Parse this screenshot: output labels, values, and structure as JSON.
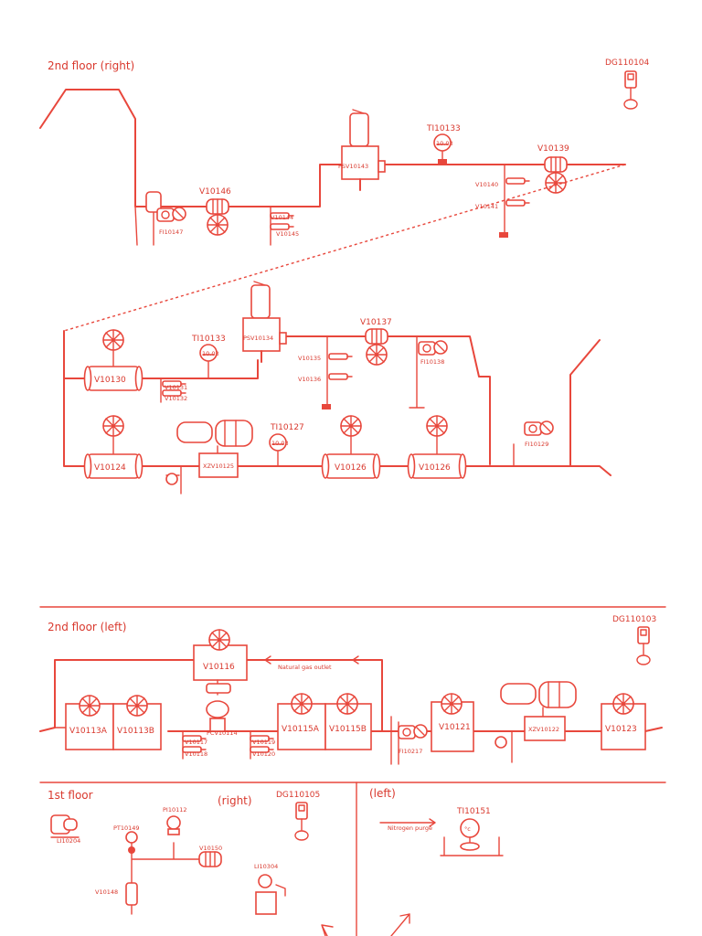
{
  "colors": {
    "line": "#e8473c",
    "text": "#d9392e",
    "background": "#ffffff"
  },
  "sections": {
    "floor2_right": "2nd floor (right)",
    "floor2_left": "2nd floor (left)",
    "floor1": "1st floor",
    "floor1_right": "(right)",
    "floor1_left": "(left)"
  },
  "detectors": {
    "dg_right": "DG110104",
    "dg_left": "DG110103",
    "dg_floor1": "DG110105"
  },
  "top": {
    "psv_upper": "PSV10143",
    "psv_lower": "PSV10134",
    "ti_upper": "TI10133",
    "ti_mid": "TI10133",
    "ti_xzv": "TI10127",
    "gauge_small_upper": "10.03",
    "gauge_small_mid": "10.03",
    "gauge_small_xzv": "10.03",
    "v10139": "V10139",
    "v10140": "V10140",
    "v10141": "V10141",
    "v10146": "V10146",
    "v10144": "V10144",
    "v10145": "V10145",
    "fi10147": "FI10147",
    "v10137": "V10137",
    "v10135": "V10135",
    "v10136": "V10136",
    "fi10138": "FI10138",
    "v10130": "V10130",
    "v10131": "V10131",
    "v10132": "V10132",
    "v10124": "V10124",
    "xzv10125": "XZV10125",
    "v10126a": "V10126",
    "v10126b": "V10126",
    "fi10129": "FI10129"
  },
  "left": {
    "v10116": "V10116",
    "gas_outlet": "Natural gas outlet",
    "v10113a": "V10113A",
    "v10113b": "V10113B",
    "pcv10114": "PCV10114",
    "v10117": "V10117",
    "v10118": "V10118",
    "v10115a": "V10115A",
    "v10115b": "V10115B",
    "v10119": "V10119",
    "v10120": "V10120",
    "fi10217": "FI10217",
    "v10121": "V10121",
    "xzv10122": "XZV10122",
    "v10123": "V10123"
  },
  "bottom": {
    "li10204": "LI10204",
    "pt10149": "PT10149",
    "pi10112": "PI10112",
    "v10150": "V10150",
    "v10148": "V10148",
    "li10304": "LI10304",
    "ti10151": "TI10151",
    "gauge_unit": "°c",
    "nitrogen_purge": "Nitrogen purge"
  }
}
